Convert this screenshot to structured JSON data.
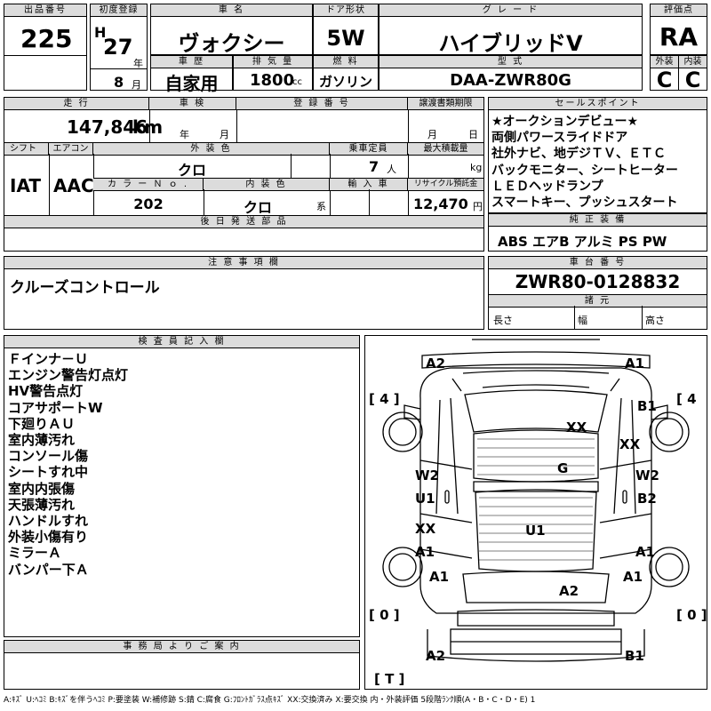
{
  "header": {
    "lot_no_label": "出品番号",
    "lot_no": "225",
    "first_reg_label": "初度登録",
    "era": "H",
    "year": "27",
    "year_unit": "年",
    "month": "8",
    "month_unit": "月",
    "car_name_label": "車 名",
    "car_name": "ヴォクシー",
    "door_label": "ドア形状",
    "door": "5W",
    "grade_label": "グ レ ー ド",
    "grade": "ハイブリッドV",
    "score_label": "評価点",
    "score": "RA",
    "history_label": "車 歴",
    "history": "自家用",
    "displacement_label": "排 気 量",
    "displacement": "1800",
    "displacement_unit": "cc",
    "fuel_label": "燃 料",
    "fuel": "ガソリン",
    "model_label": "型 式",
    "model": "DAA-ZWR80G",
    "ext_score_label": "外装",
    "ext_score": "C",
    "int_score_label": "内装",
    "int_score": "C"
  },
  "row2": {
    "mileage_label": "走 行",
    "mileage": "147,846",
    "mileage_unit": "km",
    "inspection_label": "車 検",
    "year_unit": "年",
    "month_unit": "月",
    "reg_no_label": "登 録 番 号",
    "transfer_label": "譲渡書類期限",
    "day_unit": "日",
    "shift_label": "シフト",
    "shift": "IAT",
    "ac_label": "エアコン",
    "ac": "AAC",
    "ext_color_label": "外 装 色",
    "ext_color": "クロ",
    "capacity_label": "乗車定員",
    "capacity": "7",
    "capacity_unit": "人",
    "max_load_label": "最大積載量",
    "max_load_unit": "kg",
    "color_no_label": "カ ラ ー Ｎ ｏ .",
    "color_no": "202",
    "int_color_label": "内 装 色",
    "int_color": "クロ",
    "int_color_unit": "系",
    "import_label": "輸 入 車",
    "recycle_label": "リサイクル預託金",
    "recycle": "12,470",
    "recycle_unit": "円",
    "later_parts_label": "後 日 発 送 部 品"
  },
  "selling_points": {
    "label": "セールスポイント",
    "lines": [
      "★オークションデビュー★",
      "両側パワースライドドア",
      "社外ナビ、地デジＴＶ、ＥＴＣ",
      "バックモニター、シートヒーター",
      "ＬＥＤヘッドランプ",
      "スマートキー、プッシュスタート"
    ]
  },
  "equipment": {
    "label": "純 正 装 備",
    "value": "ABS エアB アルミ PS PW"
  },
  "caution": {
    "label": "注 意 事 項 欄",
    "text": "クルーズコントロール"
  },
  "chassis": {
    "label": "車 台 番 号",
    "value": "ZWR80-0128832",
    "dims_label": "諸 元",
    "length_label": "長さ",
    "width_label": "幅",
    "height_label": "高さ"
  },
  "inspector": {
    "label": "検 査 員 記 入 欄",
    "lines": [
      "Ｆインナ－Ｕ",
      "エンジン警告灯点灯",
      "HV警告点灯",
      "コアサポートW",
      "下廻りＡＵ",
      "室内薄汚れ",
      "コンソール傷",
      "シートすれ中",
      "室内内張傷",
      "天張薄汚れ",
      "ハンドルすれ",
      "外装小傷有り",
      "ミラーＡ",
      "バンパー下Ａ"
    ]
  },
  "office": {
    "label": "事 務 局 よ り ご 案 内"
  },
  "diagram": {
    "marks": {
      "a2_top": "A2",
      "a1_top": "A1",
      "b1_right": "B1",
      "xx_roof": "XX",
      "xx_right": "XX",
      "g_glass": "G",
      "w2_left": "W2",
      "w2_right": "W2",
      "u1_left": "U1",
      "b2_right": "B2",
      "xx_left": "XX",
      "u1_center": "U1",
      "a1_left": "A1",
      "a1_right": "A1",
      "a1_left_low": "A1",
      "a1_right_low": "A1",
      "a2_rear": "A2",
      "a2_bottom": "A2",
      "b1_bottom": "B1"
    },
    "tires": {
      "front_left": "[ 4 ]",
      "front_right": "[ 4",
      "rear_left": "[ 0 ]",
      "rear_right": "[ 0 ]",
      "spare": "[ T ]"
    }
  },
  "legend": "A:ｷｽﾞ U:ﾍｺﾐ B:ｷｽﾞを伴うﾍｺﾐ P:要塗装 W:補修跡 S:錆 C:腐食 G:ﾌﾛﾝﾄｶﾞﾗｽ点ｷｽﾞ XX:交換済み X:要交換 内・外装評価 5段階ﾗﾝｸ順(A・B・C・D・E) 1"
}
